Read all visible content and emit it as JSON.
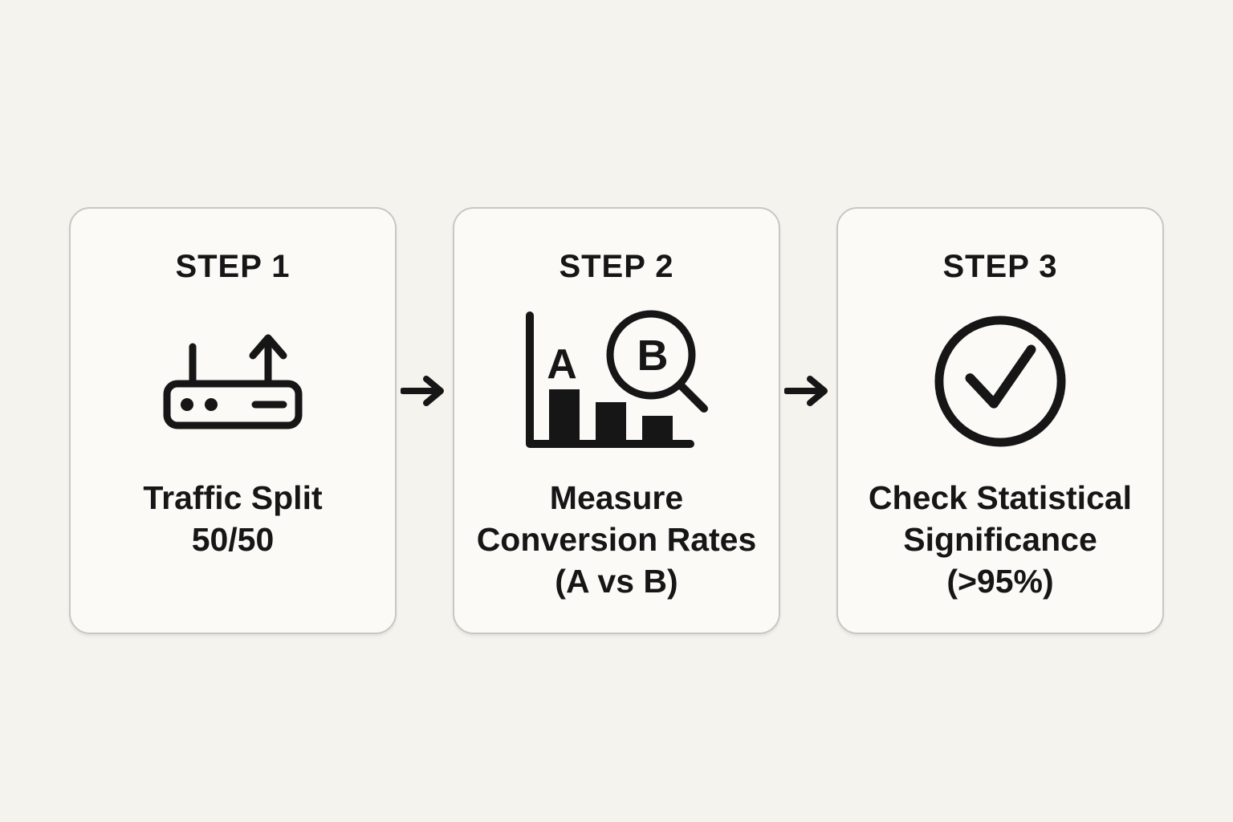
{
  "colors": {
    "background": "#f4f3ee",
    "card_background": "#fbfaf7",
    "card_border": "#c8c7c3",
    "ink": "#161616"
  },
  "steps": [
    {
      "label": "STEP 1",
      "icon": "traffic-split-router-icon",
      "caption_lines": [
        "Traffic Split",
        "50/50"
      ]
    },
    {
      "label": "STEP 2",
      "icon": "ab-comparison-bar-chart-magnifier-icon",
      "icon_text": {
        "bar_label": "A",
        "magnifier_label": "B"
      },
      "caption_lines": [
        "Measure",
        "Conversion Rates",
        "(A vs B)"
      ]
    },
    {
      "label": "STEP 3",
      "icon": "check-circle-icon",
      "caption_lines": [
        "Check Statistical",
        "Significance",
        "(>95%)"
      ]
    }
  ],
  "connectors": [
    {
      "icon": "arrow-right-icon"
    },
    {
      "icon": "arrow-right-icon"
    }
  ]
}
